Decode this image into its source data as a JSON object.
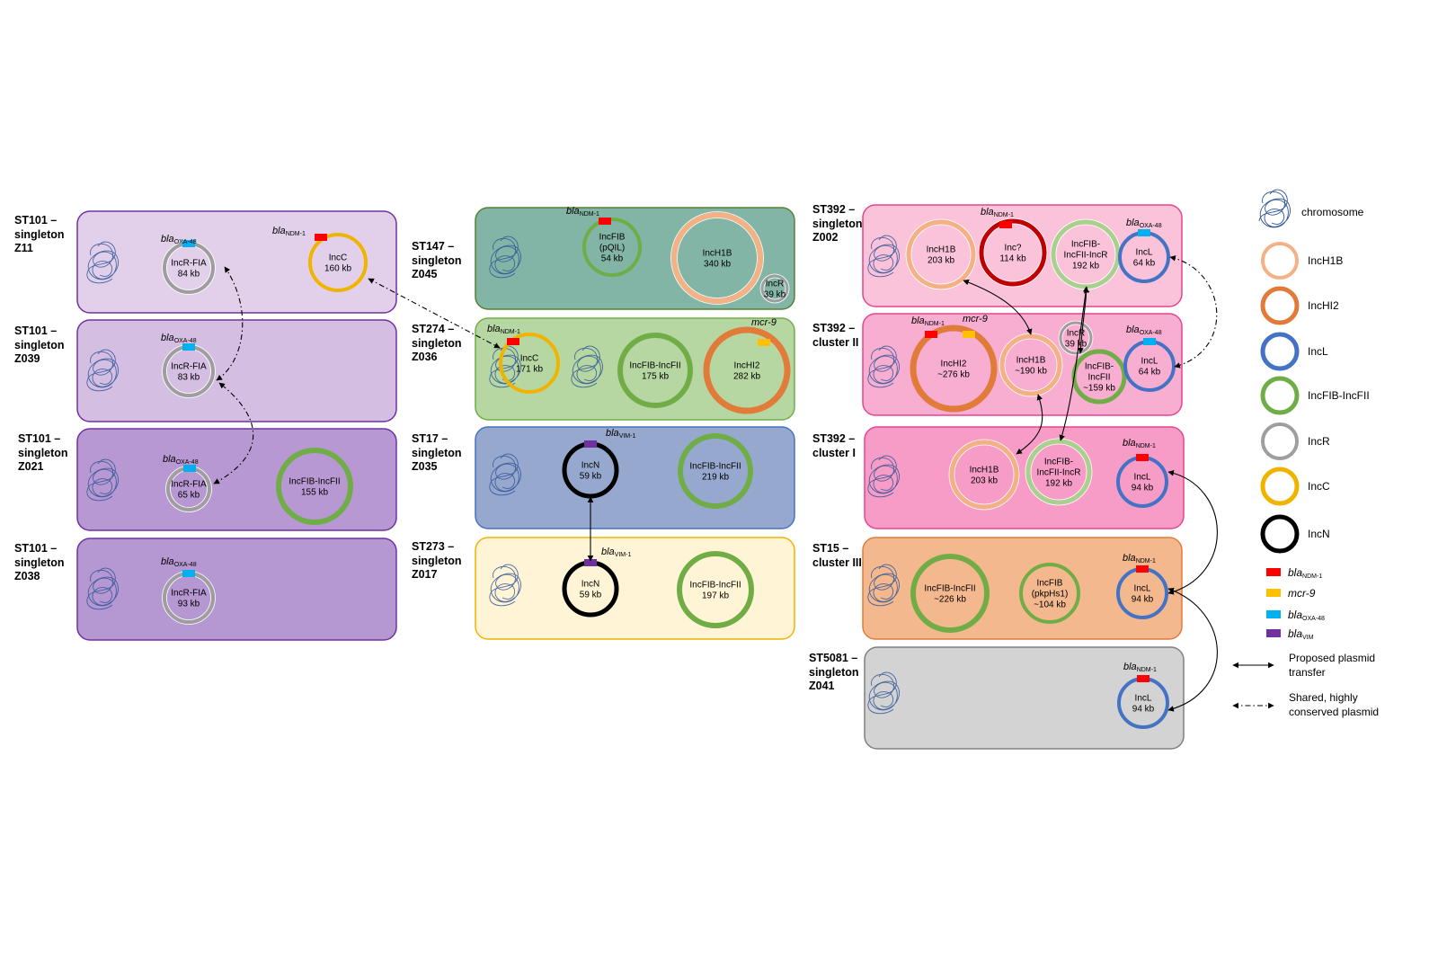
{
  "colors": {
    "IncH1B": "#f4b183",
    "IncHI2": "#e07b39",
    "IncL": "#4472c4",
    "IncFIB-IncFII": "#70ad47",
    "IncFIB_light": "#a9d18e",
    "IncR": "#9e9e9e",
    "IncC": "#f0b400",
    "IncN": "#000000",
    "Inc?": "#c00000",
    "blaNDM-1": "#ff0000",
    "mcr-9": "#ffc000",
    "blaOXA-48": "#00b0f0",
    "blaVIM": "#7030a0",
    "chromosome": "#2f5597"
  },
  "strain_labels": [
    {
      "id": "st101_z11",
      "text": "ST101 –\nsingleton\nZ11"
    },
    {
      "id": "st101_z039",
      "text": "ST101 –\nsingleton\nZ039"
    },
    {
      "id": "st101_z021",
      "text": "ST101 –\nsingleton\nZ021"
    },
    {
      "id": "st101_z038",
      "text": "ST101 –\nsingleton\nZ038"
    },
    {
      "id": "st147_z045",
      "text": "ST147 –\nsingleton\nZ045"
    },
    {
      "id": "st274_z036",
      "text": "ST274 –\nsingleton\nZ036"
    },
    {
      "id": "st17_z035",
      "text": "ST17 –\nsingleton\nZ035"
    },
    {
      "id": "st273_z017",
      "text": "ST273 –\nsingleton\nZ017"
    },
    {
      "id": "st392_z002",
      "text": "ST392 –\nsingleton\nZ002"
    },
    {
      "id": "st392_c2",
      "text": "ST392 –\ncluster II"
    },
    {
      "id": "st392_c1",
      "text": "ST392 –\ncluster I"
    },
    {
      "id": "st15_c3",
      "text": "ST15 –\ncluster III"
    },
    {
      "id": "st5081_z041",
      "text": "ST5081 –\nsingleton\nZ041"
    }
  ],
  "plasmids": [
    {
      "id": "z11_incr",
      "lines": [
        "IncR-FIA",
        "84 kb"
      ]
    },
    {
      "id": "z11_incc",
      "lines": [
        "IncC",
        "160 kb"
      ]
    },
    {
      "id": "z039_incr",
      "lines": [
        "IncR-FIA",
        "83 kb"
      ]
    },
    {
      "id": "z021_incr",
      "lines": [
        "IncR-FIA",
        "65 kb"
      ]
    },
    {
      "id": "z021_fib",
      "lines": [
        "IncFIB-IncFII",
        "155 kb"
      ]
    },
    {
      "id": "z038_incr",
      "lines": [
        "IncR-FIA",
        "93 kb"
      ]
    },
    {
      "id": "z045_fib",
      "lines": [
        "IncFIB",
        "(pQIL)",
        "54 kb"
      ]
    },
    {
      "id": "z045_h1b",
      "lines": [
        "IncH1B",
        "340 kb"
      ]
    },
    {
      "id": "z045_incr",
      "lines": [
        "IncR",
        "39 kb"
      ]
    },
    {
      "id": "z036_incc",
      "lines": [
        "IncC",
        "171 kb"
      ]
    },
    {
      "id": "z036_fib",
      "lines": [
        "IncFIB-IncFII",
        "175 kb"
      ]
    },
    {
      "id": "z036_hi2",
      "lines": [
        "IncHI2",
        "282 kb"
      ]
    },
    {
      "id": "z035_incn",
      "lines": [
        "IncN",
        "59 kb"
      ]
    },
    {
      "id": "z035_fib",
      "lines": [
        "IncFIB-IncFII",
        "219 kb"
      ]
    },
    {
      "id": "z017_incn",
      "lines": [
        "IncN",
        "59 kb"
      ]
    },
    {
      "id": "z017_fib",
      "lines": [
        "IncFIB-IncFII",
        "197 kb"
      ]
    },
    {
      "id": "z002_h1b",
      "lines": [
        "IncH1B",
        "203 kb"
      ]
    },
    {
      "id": "z002_incq",
      "lines": [
        "Inc?",
        "114 kb"
      ]
    },
    {
      "id": "z002_fibr",
      "lines": [
        "IncFIB-",
        "IncFII-IncR",
        "192 kb"
      ]
    },
    {
      "id": "z002_incl",
      "lines": [
        "IncL",
        "64 kb"
      ]
    },
    {
      "id": "c2_hi2",
      "lines": [
        "IncHI2",
        "~276 kb"
      ]
    },
    {
      "id": "c2_h1b",
      "lines": [
        "IncH1B",
        "~190 kb"
      ]
    },
    {
      "id": "c2_incr",
      "lines": [
        "IncR",
        "39 kb"
      ]
    },
    {
      "id": "c2_fib",
      "lines": [
        "IncFIB-",
        "IncFII",
        "~159 kb"
      ]
    },
    {
      "id": "c2_incl",
      "lines": [
        "IncL",
        "64 kb"
      ]
    },
    {
      "id": "c1_h1b",
      "lines": [
        "IncH1B",
        "203 kb"
      ]
    },
    {
      "id": "c1_fibr",
      "lines": [
        "IncFIB-",
        "IncFII-IncR",
        "192 kb"
      ]
    },
    {
      "id": "c1_incl",
      "lines": [
        "IncL",
        "94 kb"
      ]
    },
    {
      "id": "c3_fib",
      "lines": [
        "IncFIB-IncFII",
        "~226 kb"
      ]
    },
    {
      "id": "c3_pkp",
      "lines": [
        "IncFIB",
        "(pkpHs1)",
        "~104 kb"
      ]
    },
    {
      "id": "c3_incl",
      "lines": [
        "IncL",
        "94 kb"
      ]
    },
    {
      "id": "z041_incl",
      "lines": [
        "IncL",
        "94 kb"
      ]
    }
  ],
  "gene_labels": [
    {
      "id": "g1",
      "main": "bla",
      "sub": "OXA-48"
    },
    {
      "id": "g2",
      "main": "bla",
      "sub": "NDM-1"
    },
    {
      "id": "g3",
      "main": "bla",
      "sub": "OXA-48"
    },
    {
      "id": "g4",
      "main": "bla",
      "sub": "OXA-48"
    },
    {
      "id": "g5",
      "main": "bla",
      "sub": "OXA-48"
    },
    {
      "id": "g6",
      "main": "bla",
      "sub": "NDM-1"
    },
    {
      "id": "g7",
      "main": "bla",
      "sub": "NDM-1"
    },
    {
      "id": "g8",
      "main": "mcr-9",
      "sub": ""
    },
    {
      "id": "g9",
      "main": "bla",
      "sub": "VIM-1"
    },
    {
      "id": "g10",
      "main": "bla",
      "sub": "VIM-1"
    },
    {
      "id": "g11",
      "main": "bla",
      "sub": "NDM-1"
    },
    {
      "id": "g12",
      "main": "bla",
      "sub": "OXA-48"
    },
    {
      "id": "g13",
      "main": "bla",
      "sub": "NDM-1"
    },
    {
      "id": "g14",
      "main": "mcr-9",
      "sub": ""
    },
    {
      "id": "g15",
      "main": "bla",
      "sub": "OXA-48"
    },
    {
      "id": "g16",
      "main": "bla",
      "sub": "NDM-1"
    },
    {
      "id": "g17",
      "main": "bla",
      "sub": "NDM-1"
    },
    {
      "id": "g18",
      "main": "bla",
      "sub": "NDM-1"
    }
  ],
  "legend": {
    "chromosome": "chromosome",
    "rings": [
      "IncH1B",
      "IncHI2",
      "IncL",
      "IncFIB-IncFII",
      "IncR",
      "IncC",
      "IncN"
    ],
    "genes": [
      {
        "main": "bla",
        "sub": "NDM-1"
      },
      {
        "main": "mcr-9",
        "sub": ""
      },
      {
        "main": "bla",
        "sub": "OXA-48"
      },
      {
        "main": "bla",
        "sub": "VIM"
      }
    ],
    "proposed_transfer": [
      "Proposed plasmid",
      "transfer"
    ],
    "shared_plasmid": [
      "Shared, highly",
      "conserved plasmid"
    ]
  }
}
